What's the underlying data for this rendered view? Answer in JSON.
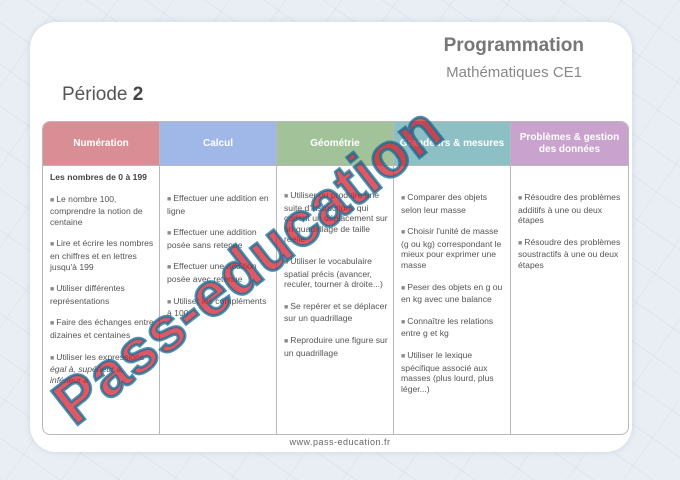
{
  "header": {
    "title": "Programmation",
    "subtitle": "Mathématiques CE1",
    "periode_label": "Période",
    "periode_num": "2"
  },
  "colors": {
    "numeration": "#d98e96",
    "calcul": "#9fb8e8",
    "geometrie": "#a2c39a",
    "grandeurs": "#8dc0c4",
    "problemes": "#c9a3ce",
    "watermark_fill": "#d21928",
    "watermark_stroke": "#146e96"
  },
  "columns": [
    {
      "header": "Numération",
      "items": [
        {
          "bold": "Les nombres de 0 à 199"
        },
        {
          "text": "Le nombre 100, comprendre la notion de centaine"
        },
        {
          "text": "Lire et écrire les nombres en chiffres et en lettres jusqu'à 199"
        },
        {
          "text": "Utiliser différentes représentations"
        },
        {
          "text": "Faire des échanges entre dizaines et centaines"
        },
        {
          "text": "Utiliser les expressions ",
          "italic": "égal à, supérieur à, inférieur à"
        }
      ]
    },
    {
      "header": "Calcul",
      "items": [
        {
          "text": "Effectuer une addition en ligne"
        },
        {
          "text": "Effectuer une addition posée sans retenue"
        },
        {
          "text": "Effectuer une addition posée avec retenue"
        },
        {
          "text": "Utiliser les compléments à 100"
        }
      ]
    },
    {
      "header": "Géométrie",
      "items": [
        {
          "text": "Utiliser ou produire une suite d'instructions qui codent un déplacement sur un quadrillage de taille réelle"
        },
        {
          "text": "Utiliser le vocabulaire spatial précis (avancer, reculer, tourner à droite...)"
        },
        {
          "text": "Se repérer et se déplacer sur un quadrillage"
        },
        {
          "text": "Reproduire une figure sur un quadrillage"
        }
      ]
    },
    {
      "header": "Grandeurs & mesures",
      "items": [
        {
          "text": "Comparer des objets selon leur masse"
        },
        {
          "text": "Choisir l'unité de masse (g ou kg) correspondant le mieux pour exprimer une masse"
        },
        {
          "text": "Peser des objets en g ou en kg avec une balance"
        },
        {
          "text": "Connaître les relations entre g et kg"
        },
        {
          "text": "Utiliser le lexique spécifique associé aux masses (plus lourd, plus léger...)"
        }
      ]
    },
    {
      "header": "Problèmes & gestion des données",
      "items": [
        {
          "text": "Résoudre des problèmes additifs à une ou deux étapes"
        },
        {
          "text": "Résoudre des problèmes soustractifs à une ou deux étapes"
        }
      ]
    }
  ],
  "footer": "www.pass-education.fr",
  "watermark": "Pass-education"
}
